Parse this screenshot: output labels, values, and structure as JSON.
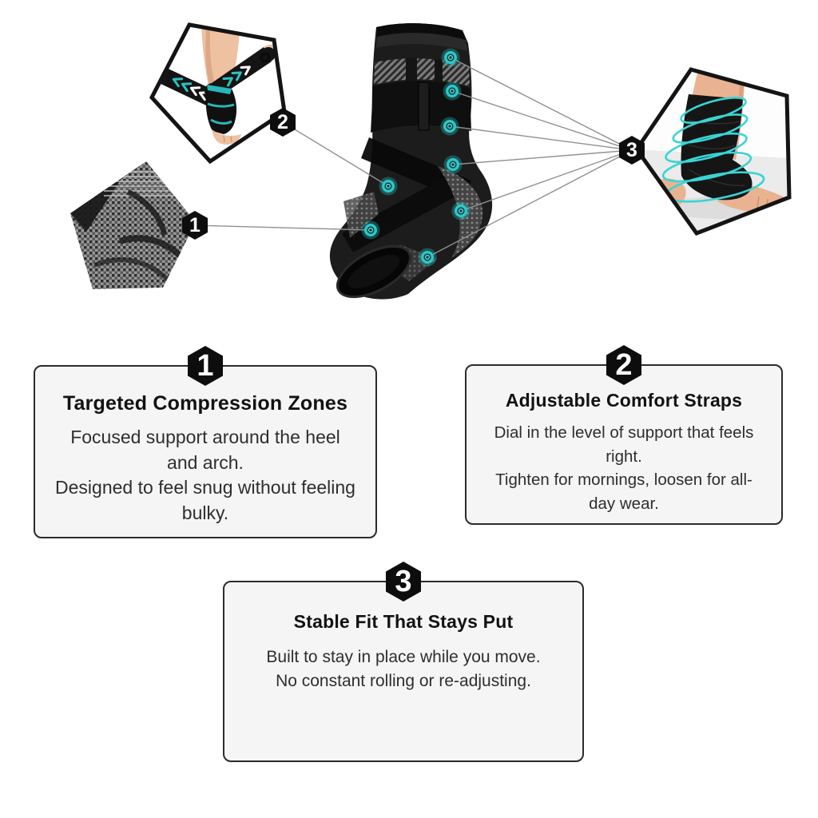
{
  "page": {
    "background": "#ffffff"
  },
  "colors": {
    "teal_accent": "#2cc9c9",
    "badge_fill": "#0d0d0d",
    "badge_text": "#ffffff",
    "card_background": "#f5f5f5",
    "card_border": "#2b2b2b",
    "connector_line": "#909090",
    "brace_black": "#1c1c1c"
  },
  "hero": {
    "callouts": [
      {
        "number": "1",
        "icon": "hexagon-badge"
      },
      {
        "number": "2",
        "icon": "hexagon-badge"
      },
      {
        "number": "3",
        "icon": "hexagon-badge"
      }
    ],
    "compression_dot_icon": "target-dot",
    "dot_count": 8
  },
  "cards": [
    {
      "number": "1",
      "title": "Targeted Compression Zones",
      "body": [
        "Focused support around the heel and arch.",
        "Designed to feel snug without feeling bulky."
      ]
    },
    {
      "number": "2",
      "title": "Adjustable Comfort Straps",
      "body": [
        "Dial in the level of support that feels right.",
        "Tighten for mornings, loosen for all-day wear."
      ]
    },
    {
      "number": "3",
      "title": "Stable Fit That Stays Put",
      "body": [
        "Built to stay in place while you move.",
        "No constant rolling or re-adjusting."
      ]
    }
  ]
}
